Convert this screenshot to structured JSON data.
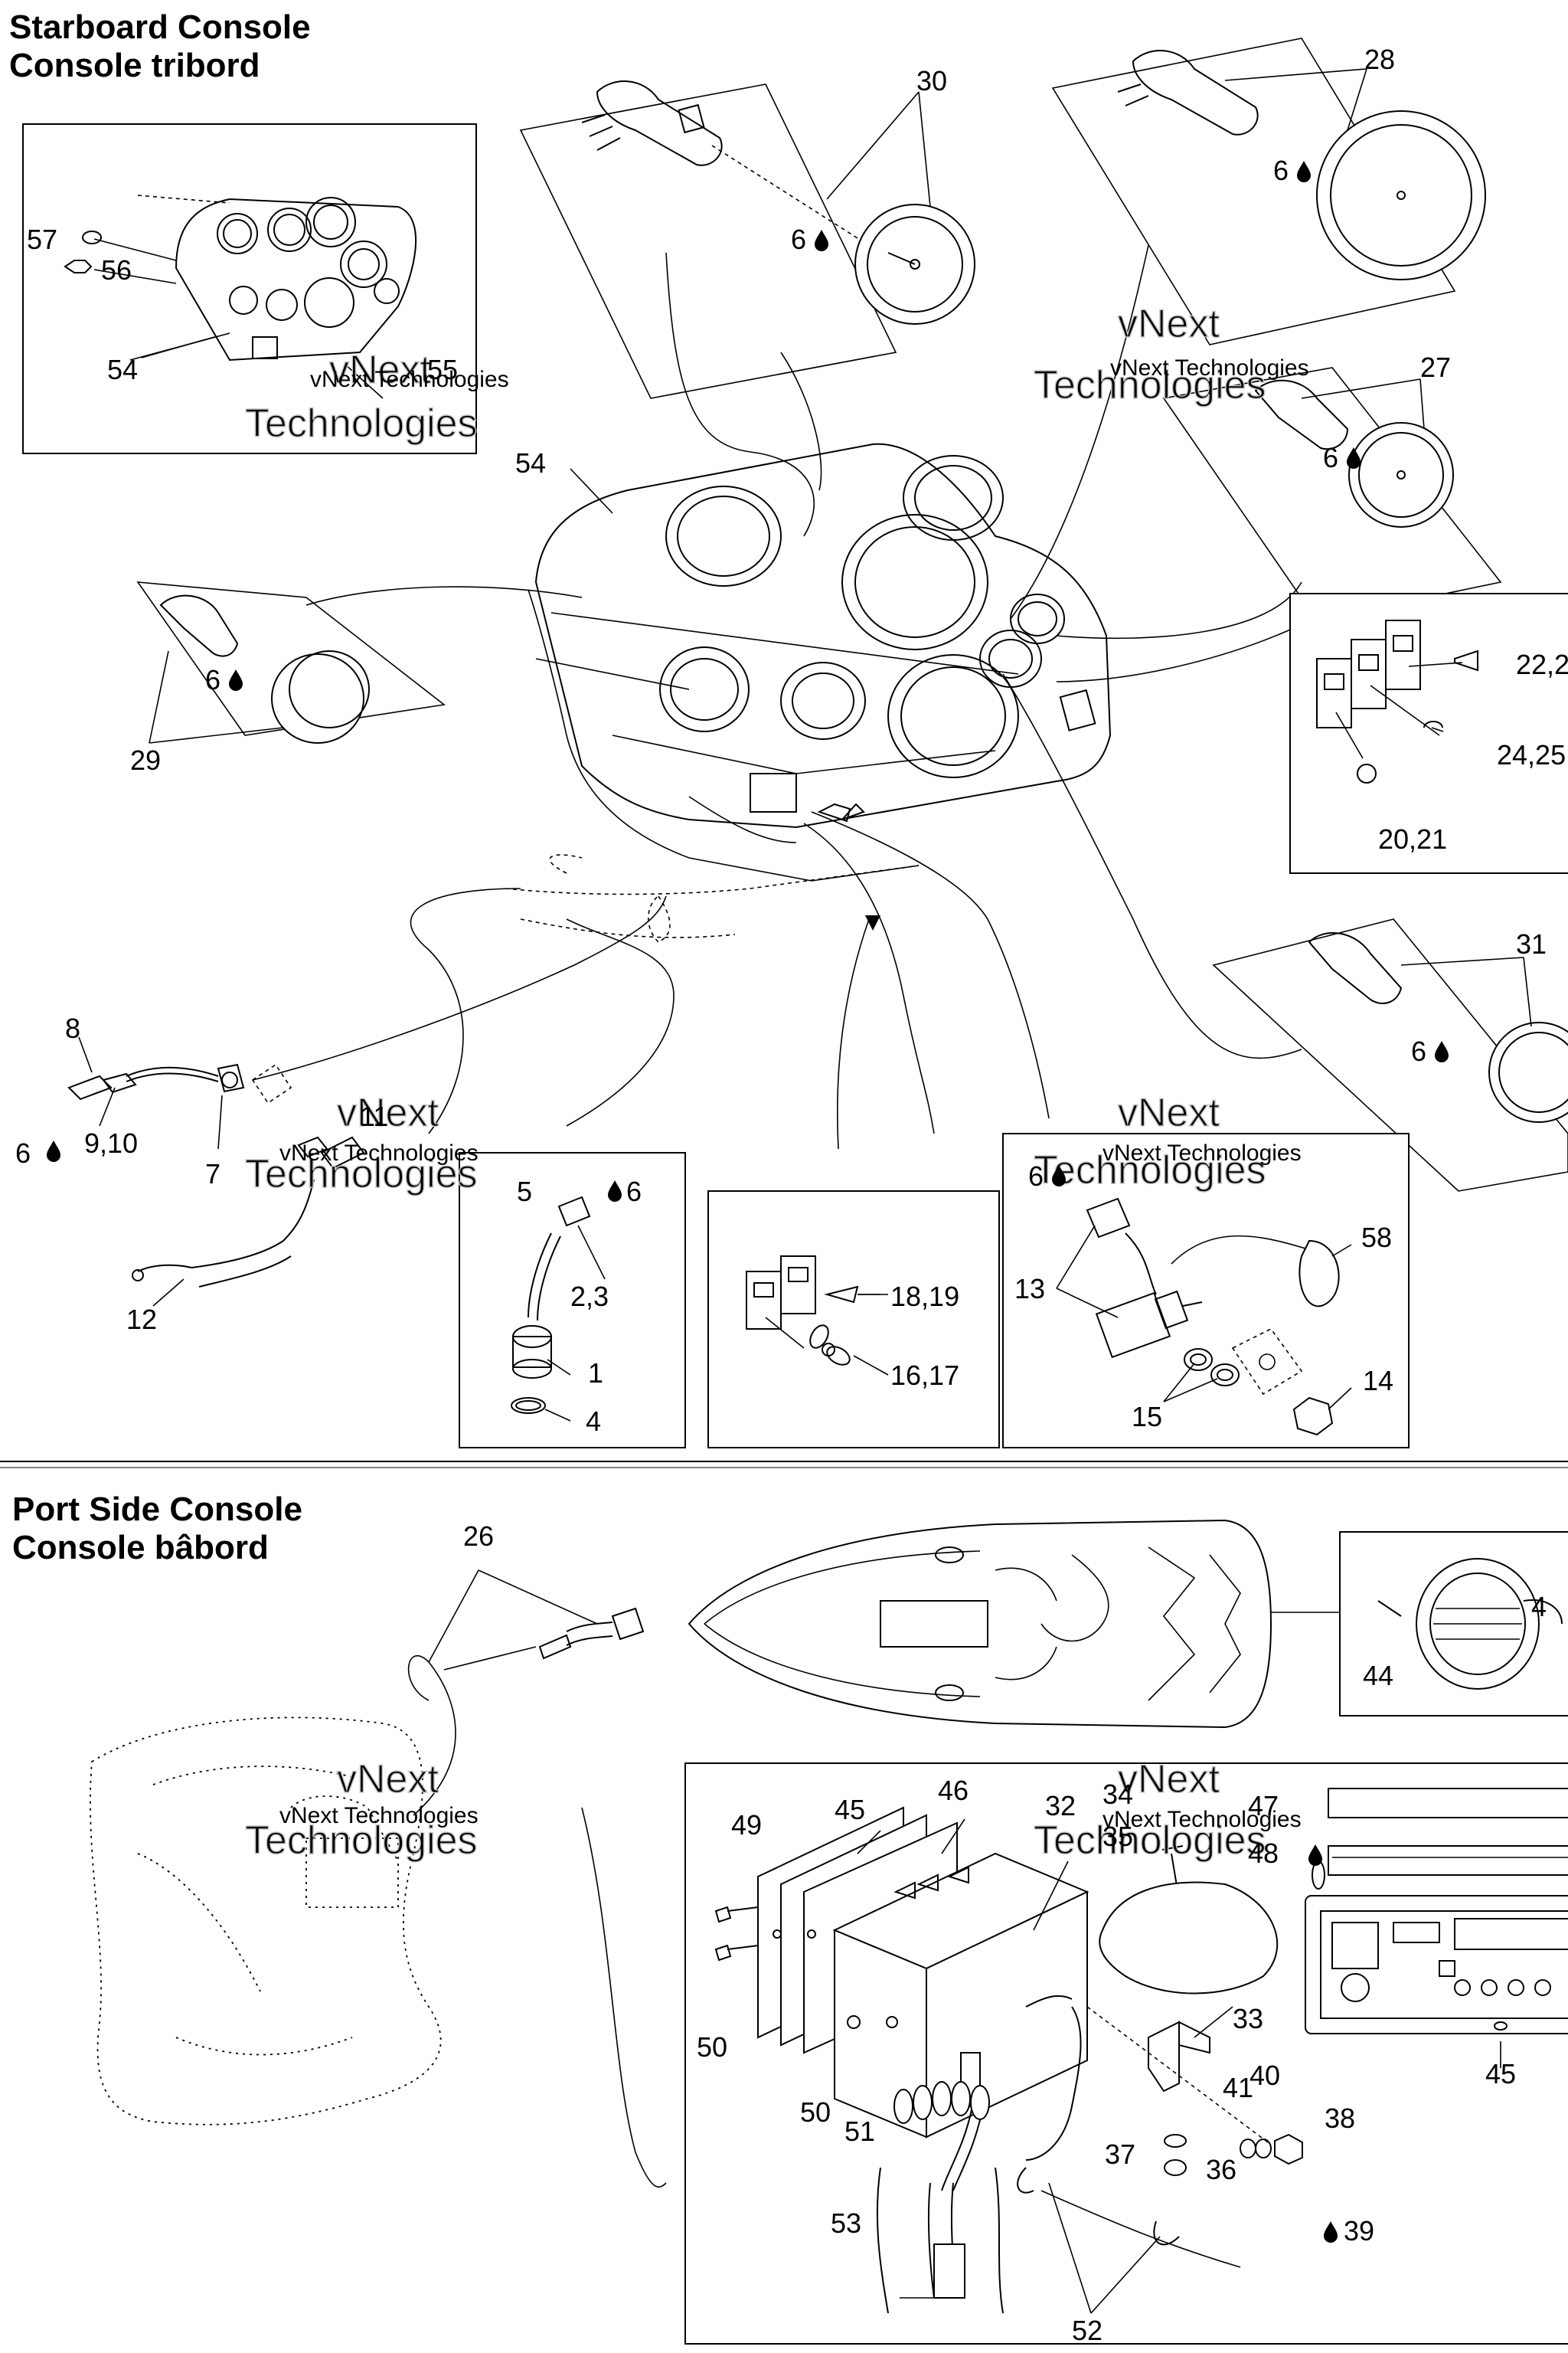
{
  "sections": {
    "starboard": {
      "title_en": "Starboard Console",
      "title_fr": "Console tribord"
    },
    "port": {
      "title_en": "Port Side Console",
      "title_fr": "Console bâbord"
    }
  },
  "watermark": {
    "line1": "vNext",
    "line2": "Technologies",
    "small": "vNext Technologies"
  },
  "parts": {
    "p1": "1",
    "p2_3": "2,3",
    "p4": "4",
    "p5": "5",
    "p6a": "6",
    "p6b": "6",
    "p6c": "6",
    "p6d": "6",
    "p6e": "6",
    "p6f": "6",
    "p6g": "6",
    "p6h": "6",
    "p7": "7",
    "p8": "8",
    "p9_10": "9,10",
    "p11": "11",
    "p12": "12",
    "p13": "13",
    "p14": "14",
    "p15": "15",
    "p16_17": "16,17",
    "p18_19": "18,19",
    "p20_21": "20,21",
    "p22_23": "22,2",
    "p24_25": "24,25",
    "p26": "26",
    "p27": "27",
    "p28": "28",
    "p29": "29",
    "p30": "30",
    "p31": "31",
    "p32": "32",
    "p33": "33",
    "p34": "34",
    "p35": "35",
    "p36": "36",
    "p37": "37",
    "p38": "38",
    "p39": "39",
    "p40": "40",
    "p41": "41",
    "p43": "4",
    "p44": "44",
    "p45a": "45",
    "p45b": "45",
    "p46": "46",
    "p47": "47",
    "p48": "48",
    "p49": "49",
    "p50a": "50",
    "p50b": "50",
    "p51": "51",
    "p52": "52",
    "p53": "53",
    "p54a": "54",
    "p54b": "54",
    "p55": "55",
    "p56": "56",
    "p57": "57",
    "p58": "58"
  }
}
